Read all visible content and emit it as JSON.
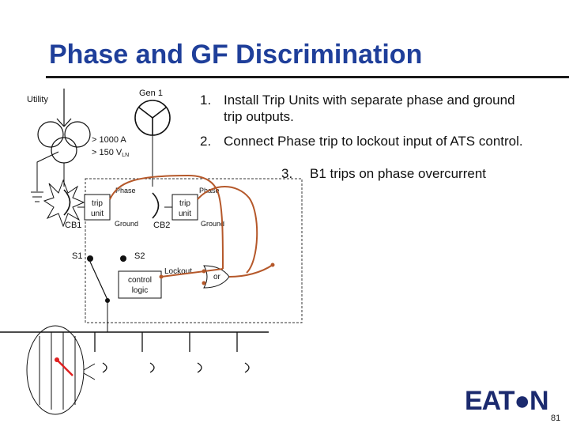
{
  "title": "Phase and GF Discrimination",
  "steps": [
    {
      "num": "1.",
      "text_line1": "Install Trip Units with separate phase and ground",
      "text_line2": "trip outputs."
    },
    {
      "num": "2.",
      "text": "Connect Phase trip to lockout input of ATS control."
    },
    {
      "num": "3.",
      "text": "B1 trips on phase overcurrent"
    }
  ],
  "diagram": {
    "utility": "Utility",
    "gen": "Gen 1",
    "cond1": "> 1000 A",
    "cond2_main": "> 150 V",
    "cond2_sub": "LN",
    "phase_left": "Phase",
    "phase_right": "Phase",
    "trip_left_1": "trip",
    "trip_left_2": "unit",
    "trip_right_1": "trip",
    "trip_right_2": "unit",
    "ground_left": "Ground",
    "ground_right": "Ground",
    "cb1": "CB1",
    "cb2": "CB2",
    "s1": "S1",
    "s2": "S2",
    "control_1": "control",
    "control_2": "logic",
    "lockout": "Lockout",
    "or": "or"
  },
  "colors": {
    "title": "#1f3f9a",
    "wire": "#b5582a",
    "fault": "#e02020",
    "logo": "#1b2a6e"
  },
  "logo": "EAT●N",
  "page_number": "81"
}
